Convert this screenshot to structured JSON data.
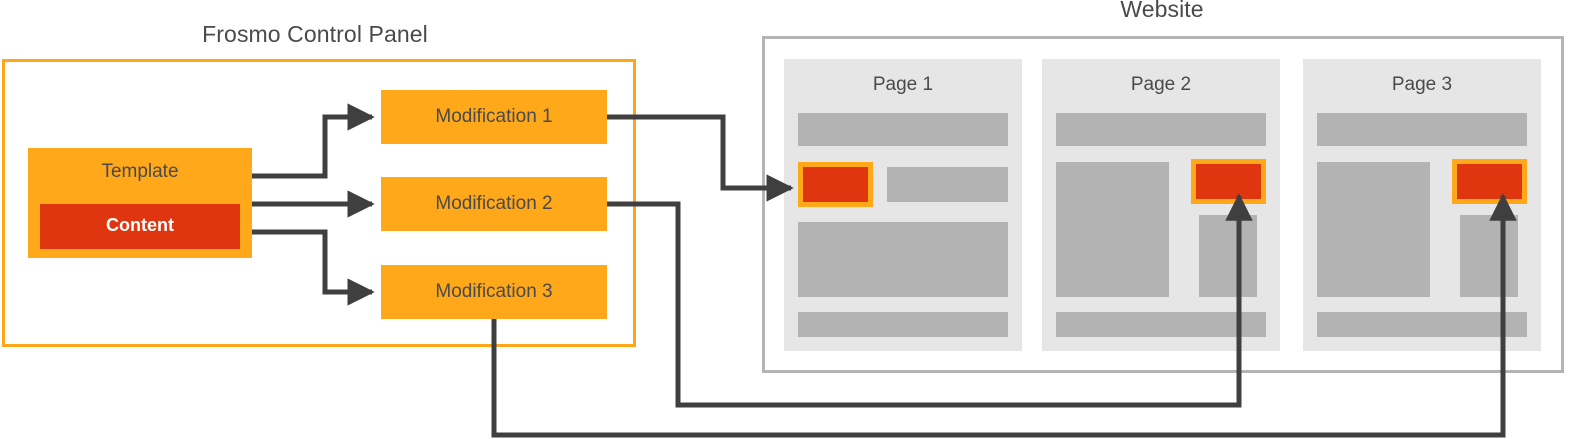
{
  "diagram": {
    "type": "flow-diagram",
    "title_left": "Frosmo Control Panel",
    "title_right": "Website"
  },
  "control_panel": {
    "title": "Frosmo Control Panel",
    "template": {
      "label": "Template",
      "content_label": "Content"
    },
    "modifications": [
      {
        "label": "Modification 1"
      },
      {
        "label": "Modification 2"
      },
      {
        "label": "Modification 3"
      }
    ]
  },
  "website": {
    "title": "Website",
    "pages": [
      {
        "label": "Page 1"
      },
      {
        "label": "Page 2"
      },
      {
        "label": "Page 3"
      }
    ]
  },
  "colors": {
    "orange": "#FFA81A",
    "orange_border": "#FFA71A",
    "red": "#E0360F",
    "arrow": "#3f3f3f",
    "frame_gray": "#b4b4b4",
    "panel_gray": "#e6e6e6",
    "block_gray": "#b3b3b3",
    "text_gray": "#4a4a4a"
  },
  "connections": [
    {
      "from": "template",
      "to": "modification-1"
    },
    {
      "from": "template",
      "to": "modification-2"
    },
    {
      "from": "template",
      "to": "modification-3"
    },
    {
      "from": "modification-1",
      "to": "page-1-placement"
    },
    {
      "from": "modification-2",
      "to": "page-2-placement"
    },
    {
      "from": "modification-3",
      "to": "page-3-placement"
    }
  ]
}
